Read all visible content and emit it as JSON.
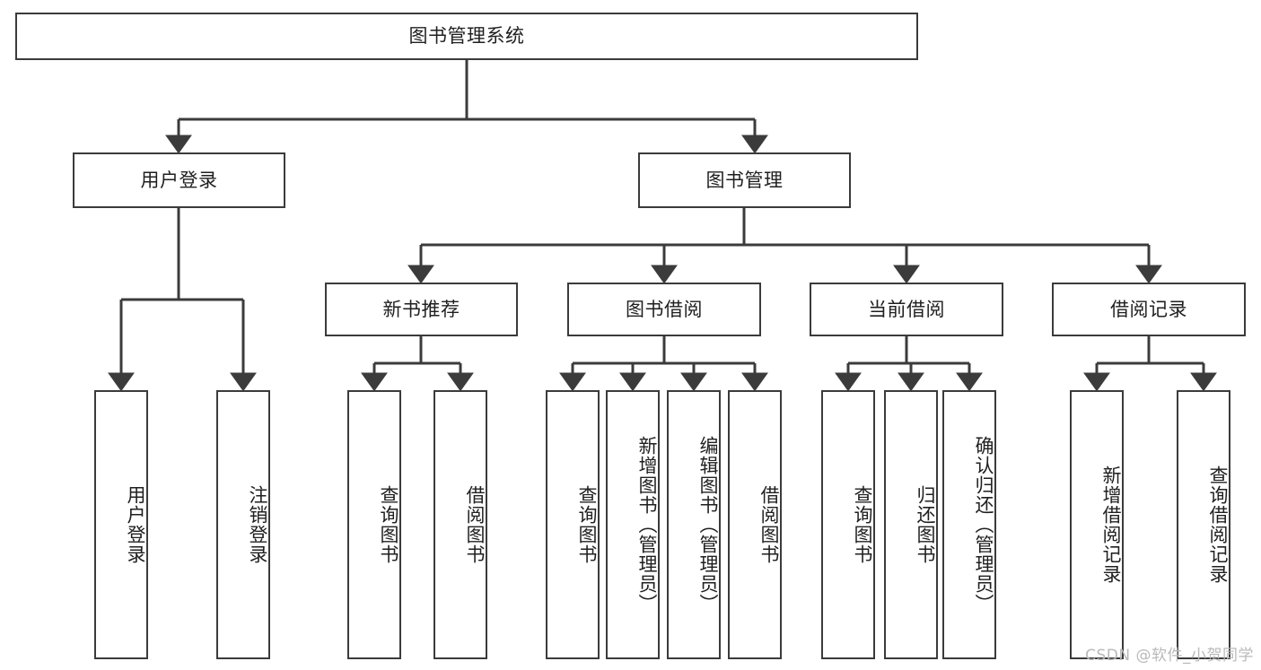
{
  "diagram": {
    "type": "tree-hierarchy-chart",
    "title": "图书管理系统",
    "line_color": "#3b3b3b",
    "box_fill": "#ffffff",
    "text_color": "#1f1f1f",
    "watermark": "CSDN @软件_小贺同学",
    "levels": {
      "root": {
        "label": "图书管理系统"
      },
      "level2": [
        {
          "id": "user-login",
          "label": "用户登录"
        },
        {
          "id": "book-management",
          "label": "图书管理"
        }
      ],
      "level3": [
        {
          "id": "new-book-recommend",
          "label": "新书推荐",
          "parent": "book-management"
        },
        {
          "id": "book-borrow",
          "label": "图书借阅",
          "parent": "book-management"
        },
        {
          "id": "current-borrow",
          "label": "当前借阅",
          "parent": "book-management"
        },
        {
          "id": "borrow-record",
          "label": "借阅记录",
          "parent": "book-management"
        }
      ],
      "leaves": [
        {
          "id": "leaf-user-login",
          "label": "用户登录",
          "parent": "user-login"
        },
        {
          "id": "leaf-logout-login",
          "label": "注销登录",
          "parent": "user-login"
        },
        {
          "id": "leaf-query-book-1",
          "label": "查询图书",
          "parent": "new-book-recommend"
        },
        {
          "id": "leaf-borrow-book-1",
          "label": "借阅图书",
          "parent": "new-book-recommend"
        },
        {
          "id": "leaf-query-book-2",
          "label": "查询图书",
          "parent": "book-borrow"
        },
        {
          "id": "leaf-add-book",
          "label": "新增图书（管理员）",
          "parent": "book-borrow"
        },
        {
          "id": "leaf-edit-book",
          "label": "编辑图书（管理员）",
          "parent": "book-borrow"
        },
        {
          "id": "leaf-borrow-book-2",
          "label": "借阅图书",
          "parent": "book-borrow"
        },
        {
          "id": "leaf-query-book-3",
          "label": "查询图书",
          "parent": "current-borrow"
        },
        {
          "id": "leaf-return-book",
          "label": "归还图书",
          "parent": "current-borrow"
        },
        {
          "id": "leaf-confirm-return",
          "label": "确认归还（管理员）",
          "parent": "current-borrow"
        },
        {
          "id": "leaf-add-record",
          "label": "新增借阅记录",
          "parent": "borrow-record"
        },
        {
          "id": "leaf-query-record",
          "label": "查询借阅记录",
          "parent": "borrow-record"
        }
      ]
    }
  }
}
